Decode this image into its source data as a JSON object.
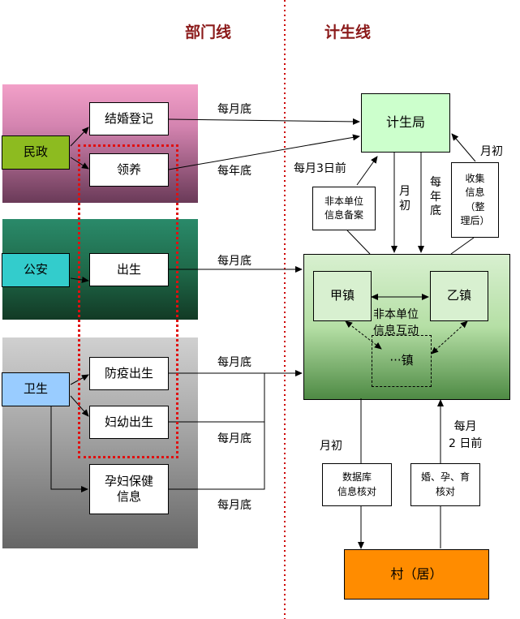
{
  "titles": {
    "dept_line": "部门线",
    "family_planning_line": "计生线"
  },
  "departments": {
    "civil_affairs": "民政",
    "public_security": "公安",
    "health": "卫生"
  },
  "items": {
    "marriage_registration": "结婚登记",
    "adoption": "领养",
    "birth": "出生",
    "epidemic_birth": "防疫出生",
    "maternal_child_birth": "妇幼出生",
    "pregnancy_health_info": "孕妇保健\n信息"
  },
  "flow_labels": {
    "marriage": "每月底",
    "adoption": "每年底",
    "birth": "每月底",
    "epidemic": "每月底",
    "maternal": "每月底",
    "pregnancy": "每月底"
  },
  "bureau": "计生局",
  "bureau_links": {
    "month_3": "每月3日前",
    "month_start_down": "月初",
    "year_end_down": "每年底",
    "month_start_up": "月初"
  },
  "notes": {
    "non_local_filing": "非本单位\n信息备案",
    "collect_info": "收集\n信息\n（整\n理后）",
    "non_local_interact": "非本单位\n信息互动",
    "db_check": "数据库\n信息核对",
    "marriage_check": "婚、孕、育\n核对"
  },
  "towns": {
    "town_a": "甲镇",
    "town_b": "乙镇",
    "town_other": "···镇"
  },
  "village_links": {
    "month_start": "月初",
    "month_2": "每月\n2 日前"
  },
  "village": "村（居）",
  "colors": {
    "dept_title": "#8b1a1a",
    "civil_affairs_box": "#8dbb20",
    "public_security_box": "#33cccc",
    "health_box": "#99ccff",
    "village_box": "#ff8c00",
    "divider": "#cc0000"
  }
}
